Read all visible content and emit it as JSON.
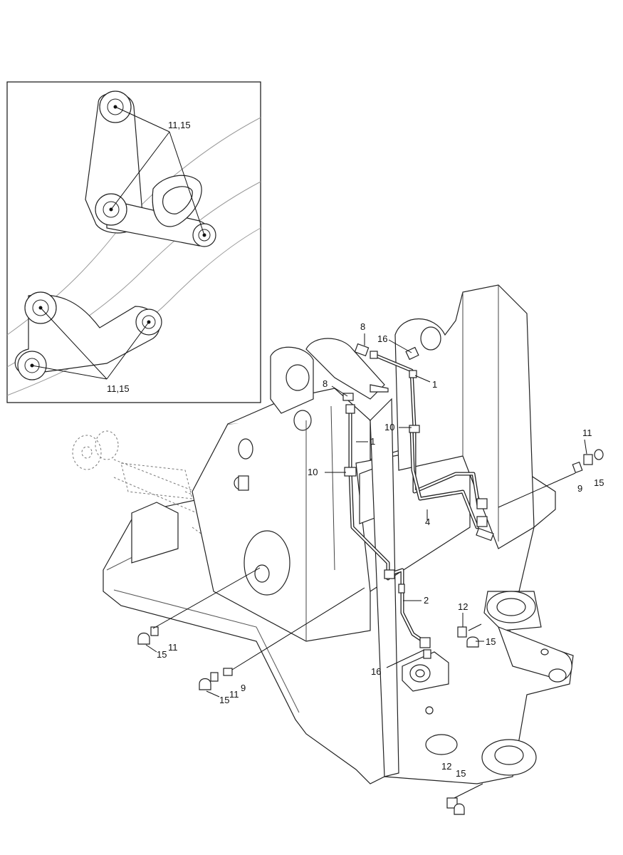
{
  "inset": {
    "callouts": [
      {
        "id": "inset-top",
        "text": "11,15"
      },
      {
        "id": "inset-bottom",
        "text": "11,15"
      }
    ]
  },
  "callouts": {
    "c8a": "8",
    "c16a": "16",
    "c1a": "1",
    "c8b": "8",
    "c10a": "10",
    "c1b": "1",
    "c10b": "10",
    "c4": "4",
    "c11a": "11",
    "c9a": "9",
    "c15a": "15",
    "c2": "2",
    "c12a": "12",
    "c15b": "15",
    "c16b": "16",
    "c15c": "15",
    "c11b": "11",
    "c15d": "15",
    "c11c": "11",
    "c9b": "9",
    "c12b": "12",
    "c15e": "15"
  }
}
